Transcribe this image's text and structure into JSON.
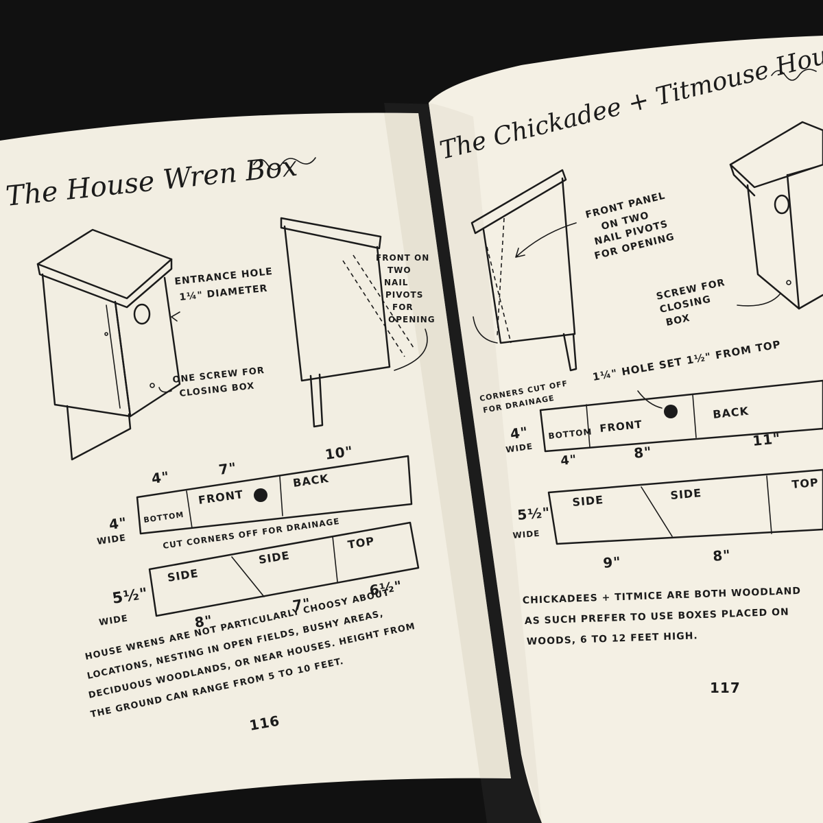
{
  "left_page": {
    "title": "The House Wren Box",
    "labels": {
      "entrance_hole": "ENTRANCE HOLE",
      "entrance_diameter": "1¼\" DIAMETER",
      "one_screw": "ONE SCREW FOR",
      "closing_box": "CLOSING BOX",
      "front_on": "FRONT ON",
      "two": "TWO",
      "nail": "NAIL",
      "pivots": "PIVOTS",
      "for": "FOR",
      "opening": "OPENING"
    },
    "layout": {
      "dim_4": "4\"",
      "dim_7": "7\"",
      "dim_10": "10\"",
      "front": "FRONT",
      "back": "BACK",
      "bottom": "BOTTOM",
      "wide_4": "4\"",
      "wide": "WIDE",
      "cut_corners": "CUT CORNERS OFF FOR DRAINAGE",
      "side_a": "SIDE",
      "side_b": "SIDE",
      "top": "TOP",
      "wide_5half": "5½\"",
      "wide2": "WIDE",
      "dim_8": "8\"",
      "dim_7b": "7\"",
      "dim_6half": "6½\""
    },
    "text_lines": [
      "HOUSE WRENS ARE NOT PARTICULARLY CHOOSY ABOUT",
      "LOCATIONS, NESTING IN OPEN FIELDS, BUSHY AREAS,",
      "DECIDUOUS WOODLANDS, OR NEAR HOUSES. HEIGHT FROM",
      "THE GROUND CAN RANGE FROM 5 TO 10 FEET."
    ],
    "page_number": "116"
  },
  "right_page": {
    "title": "The Chickadee + Titmouse House",
    "labels": {
      "front_panel": "FRONT PANEL",
      "on_two": "ON TWO",
      "nail_pivots": "NAIL PIVOTS",
      "for_opening": "FOR OPENING",
      "screw_for": "SCREW FOR",
      "closing": "CLOSING",
      "box": "BOX"
    },
    "layout": {
      "hole_set": "1¼\" HOLE SET 1½\" FROM TOP",
      "corners_cut": "CORNERS CUT OFF",
      "for_drainage": "FOR DRAINAGE",
      "wide_4": "4\"",
      "wide": "WIDE",
      "bottom": "BOTTOM",
      "front": "FRONT",
      "back": "BACK",
      "dim_4": "4\"",
      "dim_8": "8\"",
      "dim_11": "11\"",
      "side_a": "SIDE",
      "side_b": "SIDE",
      "top": "TOP",
      "wide_5half": "5½\"",
      "wide2": "WIDE",
      "dim_9": "9\"",
      "dim_8b": "8\""
    },
    "text_lines": [
      "CHICKADEES + TITMICE ARE BOTH WOODLAND",
      "AS SUCH PREFER TO USE BOXES PLACED ON",
      "WOODS, 6 TO 12 FEET HIGH."
    ],
    "page_number": "117"
  }
}
